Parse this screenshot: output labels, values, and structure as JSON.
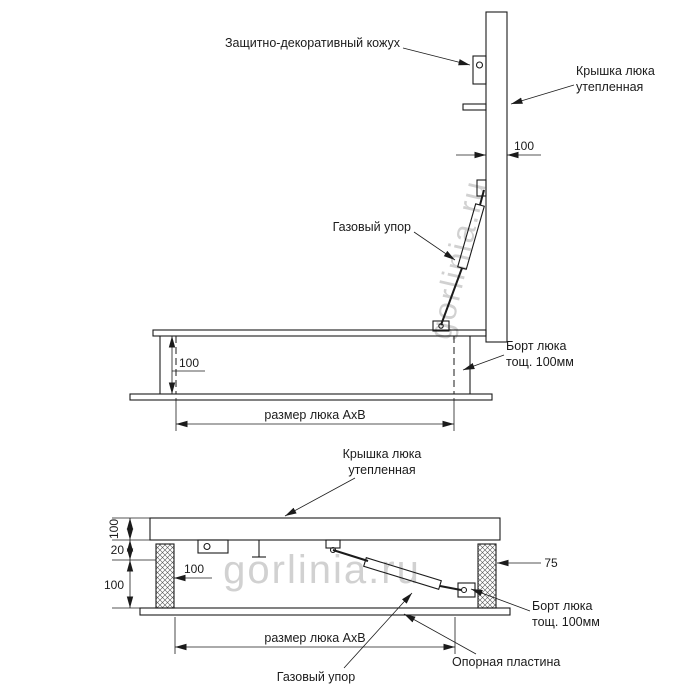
{
  "watermark": {
    "text": "gorlinia.ru"
  },
  "top_view": {
    "label_casing": "Защитно-декоративный кожух",
    "label_cover_1": "Крышка люка",
    "label_cover_2": "утепленная",
    "label_gas_strut": "Газовый упор",
    "label_bort_1": "Борт люка",
    "label_bort_2": "тощ. 100мм",
    "dim_lid_thickness": "100",
    "dim_bort_height": "100",
    "dim_hatch_size": "размер люка AxB"
  },
  "bottom_view": {
    "label_cover_1": "Крышка люка",
    "label_cover_2": "утепленная",
    "label_bort_1": "Борт люка",
    "label_bort_2": "тощ. 100мм",
    "label_support_plate": "Опорная пластина",
    "label_gas_strut": "Газовый упор",
    "dim_cover_thickness": "100",
    "dim_gap": "20",
    "dim_inner": "100",
    "dim_wall_height": "100",
    "dim_right": "75",
    "dim_hatch_size": "размер люка AxB"
  }
}
